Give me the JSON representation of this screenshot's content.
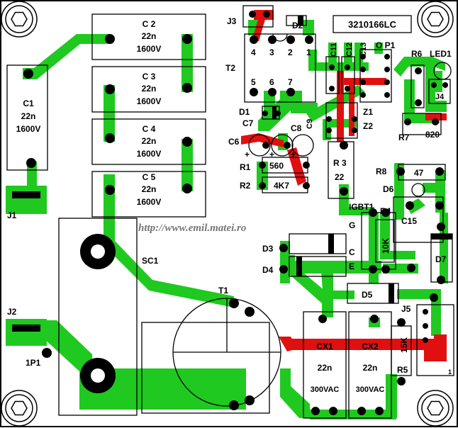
{
  "board": {
    "code": "3210166LC",
    "watermark": "http://www.emil.matei.ro",
    "colors": {
      "trace": "#1fc91f",
      "jumper": "#e01010",
      "pad": "#000000",
      "outline": "#000000",
      "background": "#ffffff"
    }
  },
  "caps": {
    "c1": {
      "ref": "C1",
      "value": "22n",
      "voltage": "1600V"
    },
    "c2": {
      "ref": "C 2",
      "value": "22n",
      "voltage": "1600V"
    },
    "c3": {
      "ref": "C 3",
      "value": "22n",
      "voltage": "1600V"
    },
    "c4": {
      "ref": "C 4",
      "value": "22n",
      "voltage": "1600V"
    },
    "c5": {
      "ref": "C 5",
      "value": "22n",
      "voltage": "1600V"
    },
    "cx1": {
      "ref": "CX1",
      "value": "22n",
      "voltage": "300VAC"
    },
    "cx2": {
      "ref": "CX2",
      "value": "22n",
      "voltage": "300VAC"
    }
  },
  "labels": {
    "j1": "J1",
    "j2": "J2",
    "j3": "J3",
    "j4": "J4",
    "j5": "J5",
    "t1": "T1",
    "t2": "T2",
    "sc1": "SC1",
    "p1": "1P1",
    "d1": "D1",
    "d2": "D2",
    "d3": "D3",
    "d4": "D4",
    "d5": "D5",
    "d6": "D6",
    "d7": "D7",
    "c6": "C6",
    "c7": "C7",
    "c8": "C8",
    "c9": "C9",
    "c11": "C11",
    "c12": "C12",
    "c13": "C13",
    "c15": "C15",
    "op1": "O P1",
    "r1": "R1",
    "r2": "R2",
    "r3": "R 3",
    "r3v": "22",
    "r4": "R4",
    "r4v": "10K",
    "r5": "R5",
    "r5v": "15K",
    "r6": "R6",
    "r7": "R7",
    "r7v": "820",
    "r8": "R8",
    "r8v": "47",
    "r1v": "560",
    "r2v": "4K7",
    "z1": "Z1",
    "z2": "Z2",
    "led1": "LED1",
    "igbt1": "IGBT1",
    "g": "G",
    "c": "C",
    "e": "E",
    "pin4": "4",
    "pin3": "3",
    "pin2": "2",
    "pin1": "1",
    "pin5": "5",
    "pin6": "6",
    "pin7": "7",
    "plus1": "+",
    "plus2": "+",
    "plus3": "+",
    "one": "1"
  }
}
